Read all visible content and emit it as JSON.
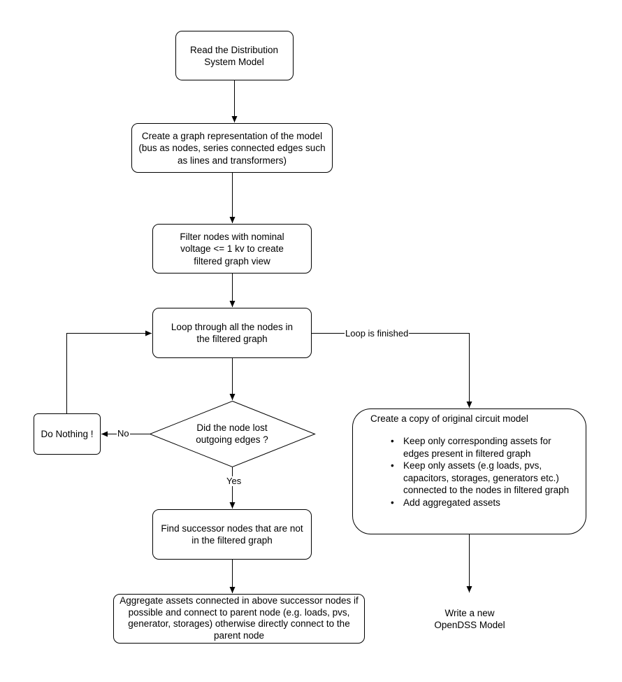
{
  "nodes": {
    "read_model": "Read the Distribution System Model",
    "create_graph": "Create a graph representation of the model (bus as nodes, series connected edges such as lines and transformers)",
    "filter_nodes": "Filter nodes with nominal voltage <= 1 kv to create filtered graph view",
    "loop_nodes": "Loop through all the nodes in the filtered graph",
    "decision": "Did the node lost outgoing edges ?",
    "do_nothing": "Do Nothing !",
    "find_successors": "Find successor nodes that are not in the filtered graph",
    "aggregate": "Aggregate assets connected in above successor nodes if possible and connect to parent node (e.g. loads, pvs, generator, storages) otherwise directly connect to the parent node",
    "copy_model": {
      "title": "Create a copy of original circuit model",
      "bullets": [
        "Keep only corresponding assets for edges present in filtered graph",
        "Keep only assets (e.g loads, pvs, capacitors, storages, generators etc.) connected to the nodes in filtered graph",
        "Add aggregated assets"
      ]
    },
    "write_model": "Write a new OpenDSS Model"
  },
  "edge_labels": {
    "loop_finished": "Loop is finished",
    "no": "No",
    "yes": "Yes"
  },
  "colors": {
    "stroke": "#000000",
    "fill": "#ffffff"
  }
}
